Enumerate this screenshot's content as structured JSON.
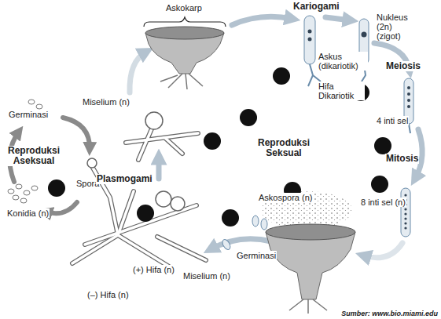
{
  "diagram": {
    "caption": "Sumber: www.bio.miami.edu",
    "labels": [
      "Askokarp",
      "Kariogami",
      "Nukleus (2n) (zigot)",
      "Askus (dikariotik)",
      "Hifa Dikariotik",
      "Meiosis",
      "4 inti sel",
      "Miselium (n)",
      "Reproduksi Seksual",
      "Germinasi",
      "Reproduksi Aseksual",
      "Spora",
      "Plasmogami",
      "Mitosis",
      "8 inti sel (n)",
      "Konidia (n)",
      "Askospora (n)",
      "Germinasi",
      "Miselium (n)",
      "(+) Hifa (n)",
      "(–) Hifa (n)"
    ]
  }
}
